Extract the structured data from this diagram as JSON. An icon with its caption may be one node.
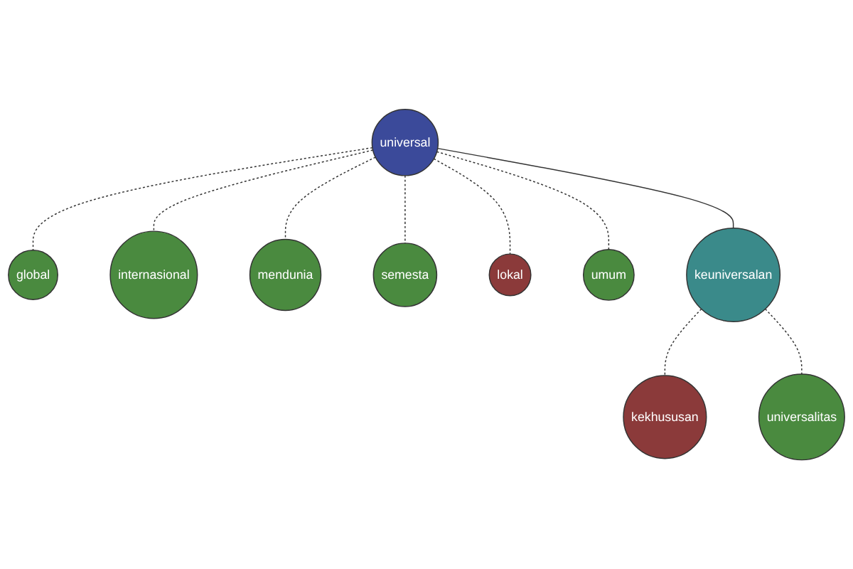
{
  "diagram": {
    "nodes": [
      {
        "text": [
          "universal"
        ]
      },
      {
        "text": [
          "global"
        ]
      },
      {
        "text": [
          "internasional"
        ]
      },
      {
        "text": [
          "mendunia"
        ]
      },
      {
        "text": [
          "semesta"
        ]
      },
      {
        "text": [
          "lokal"
        ]
      },
      {
        "text": [
          "umum"
        ]
      },
      {
        "text": [
          "keuniversalan"
        ]
      },
      {
        "text": [
          "kekhususan"
        ]
      },
      {
        "text": [
          "universalitas"
        ]
      }
    ],
    "edges": [
      {
        "from": 0,
        "to": 1,
        "arrow": "none",
        "style": "dashed"
      },
      {
        "from": 0,
        "to": 2,
        "arrow": "none",
        "style": "dashed"
      },
      {
        "from": 0,
        "to": 3,
        "arrow": "none",
        "style": "dashed"
      },
      {
        "from": 0,
        "to": 4,
        "arrow": "none",
        "style": "dashed"
      },
      {
        "from": 0,
        "to": 5,
        "arrow": "none",
        "style": "dashed"
      },
      {
        "from": 0,
        "to": 6,
        "arrow": "none",
        "style": "dashed"
      },
      {
        "from": 0,
        "to": 7,
        "arrow": "none"
      },
      {
        "from": 7,
        "to": 8,
        "arrow": "none",
        "style": "dashed"
      },
      {
        "from": 7,
        "to": 9,
        "arrow": "none",
        "style": "dashed"
      }
    ]
  }
}
